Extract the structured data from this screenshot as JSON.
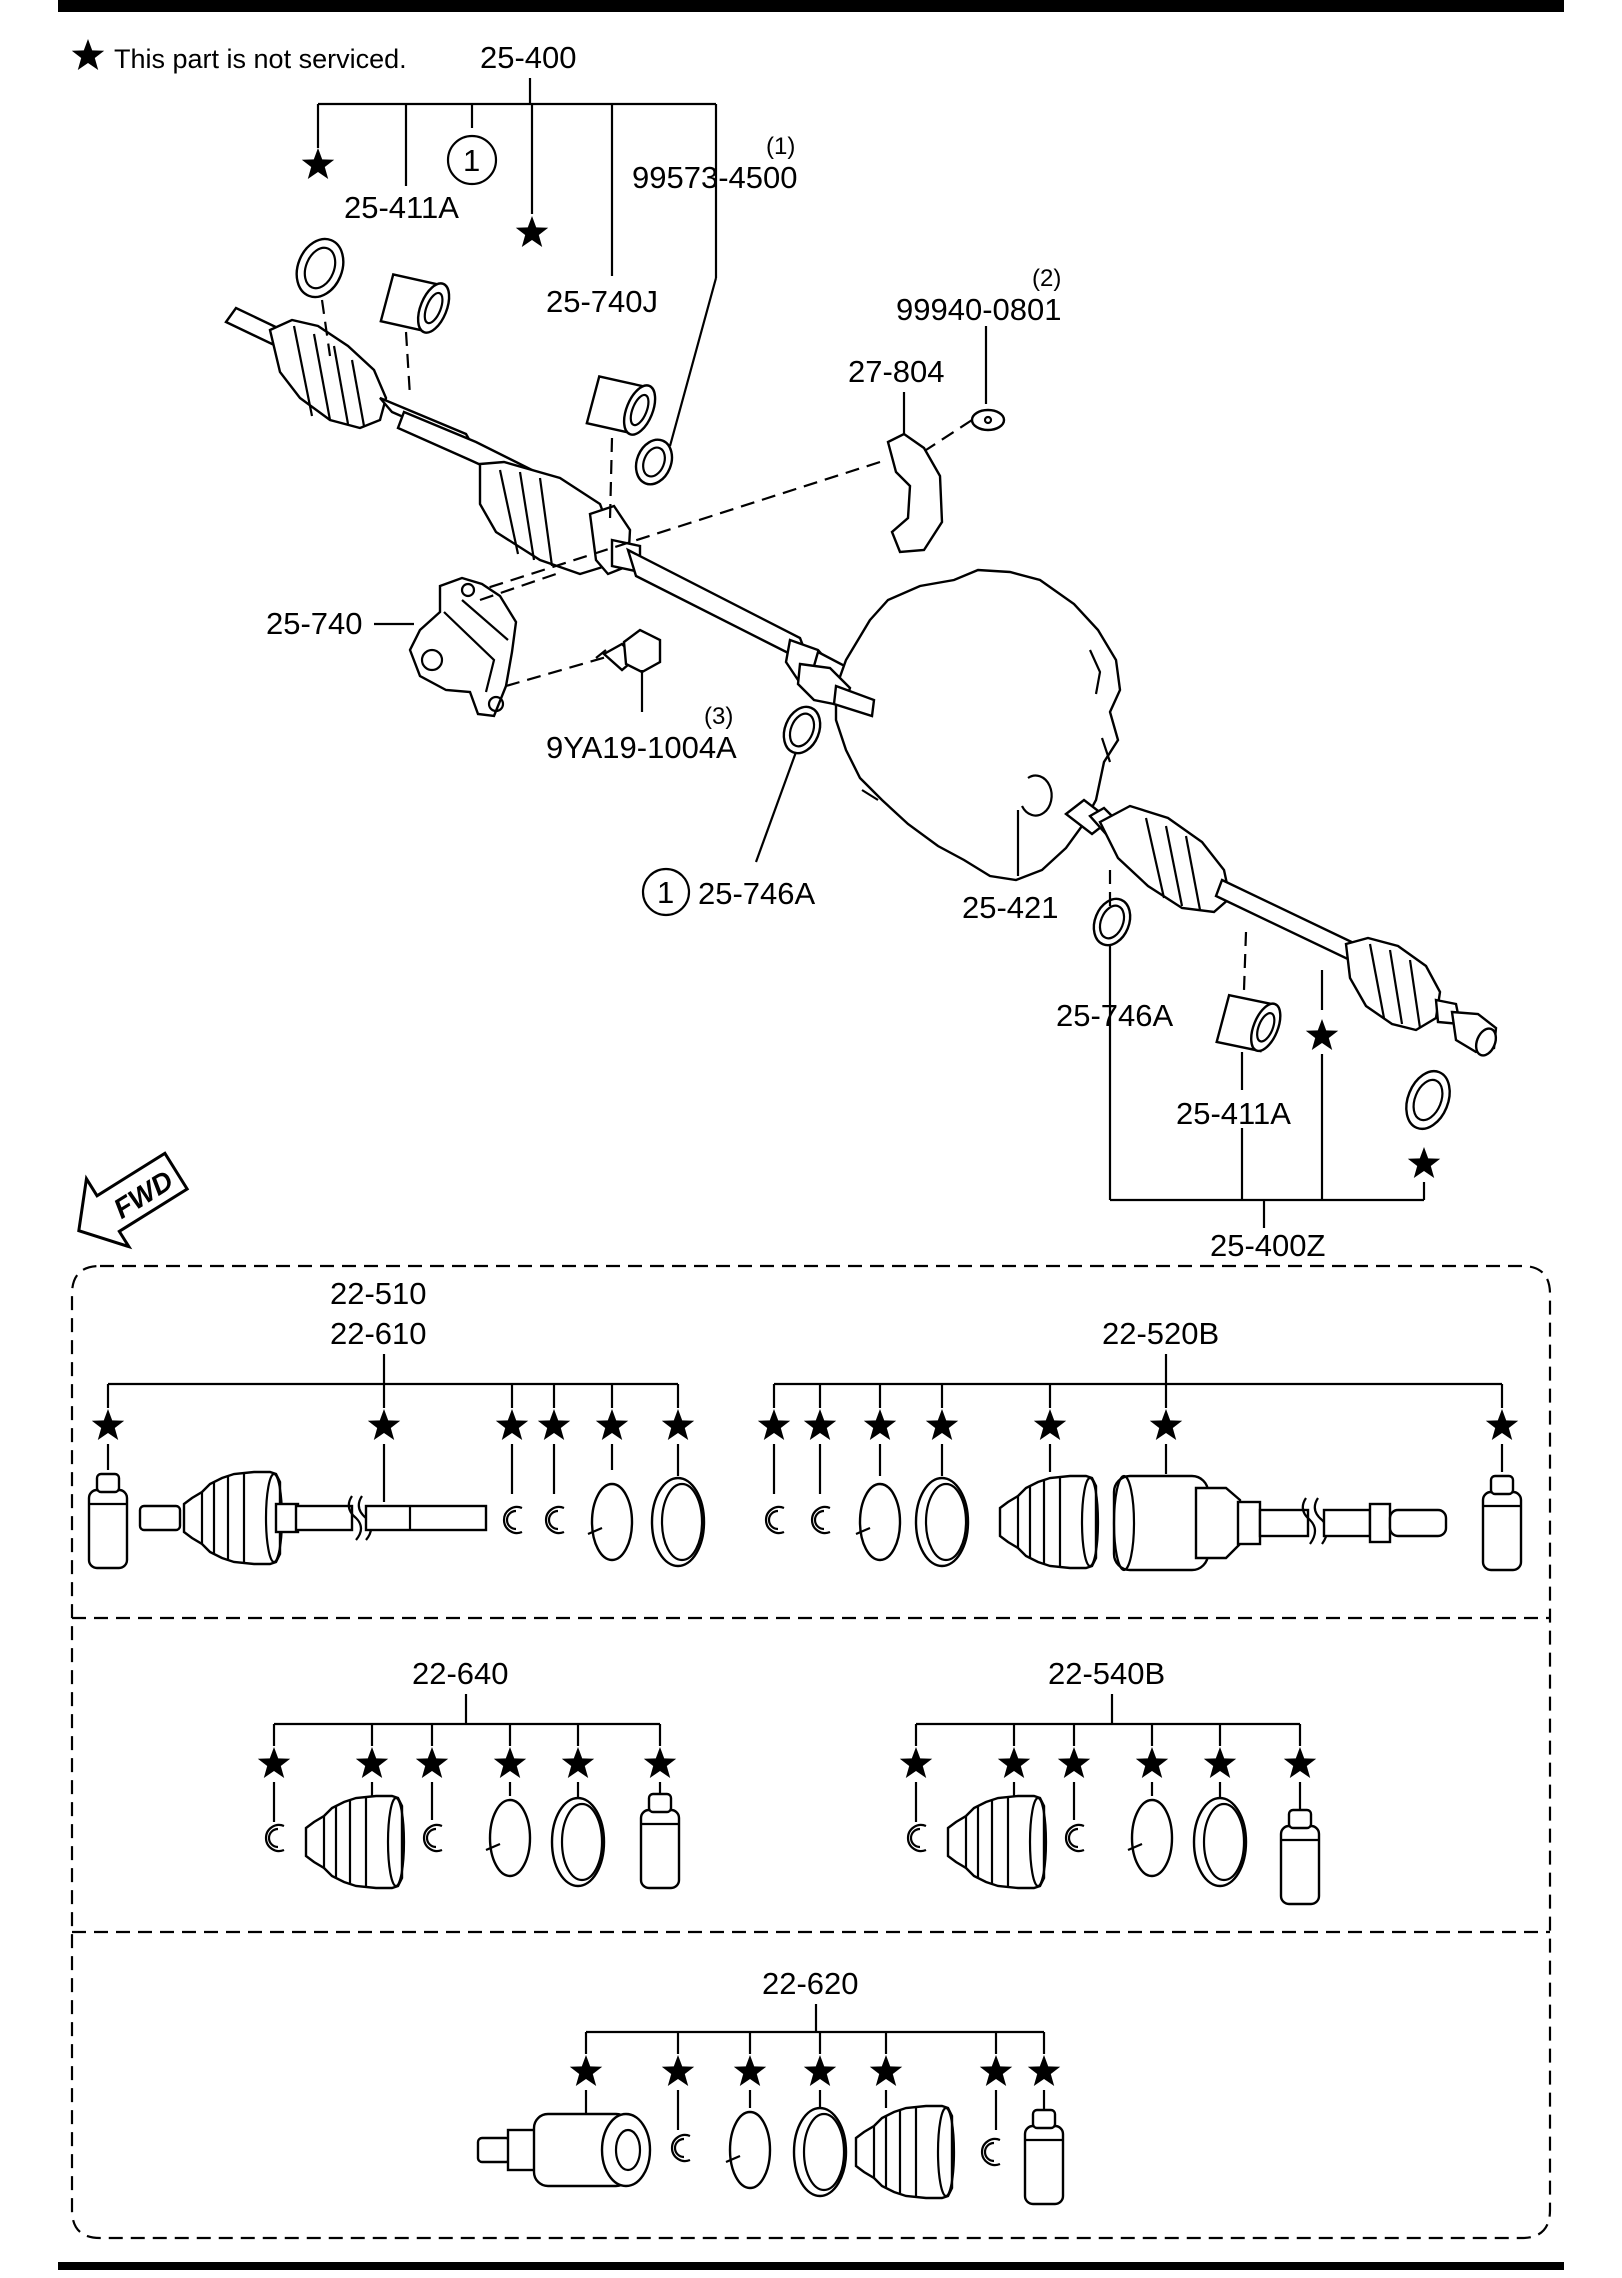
{
  "note": {
    "text": "This part is not serviced."
  },
  "fwd_label": "FWD",
  "labels": {
    "l_25_400": "25-400",
    "l_25_411a_top": "25-411A",
    "l_99573": "99573-4500",
    "l_99573_ref": "(1)",
    "l_25_740j": "25-740J",
    "l_99940": "99940-0801",
    "l_99940_ref": "(2)",
    "l_27_804": "27-804",
    "l_25_740": "25-740",
    "l_9ya19": "9YA19-1004A",
    "l_9ya19_ref": "(3)",
    "l_25_746a_left": "25-746A",
    "l_25_421": "25-421",
    "l_25_746a_right": "25-746A",
    "l_25_411a_right": "25-411A",
    "l_25_400z": "25-400Z",
    "l_22_510": "22-510",
    "l_22_610": "22-610",
    "l_22_520b": "22-520B",
    "l_22_640": "22-640",
    "l_22_540b": "22-540B",
    "l_22_620": "22-620"
  },
  "circle_refs": {
    "top": "1",
    "left": "1"
  }
}
